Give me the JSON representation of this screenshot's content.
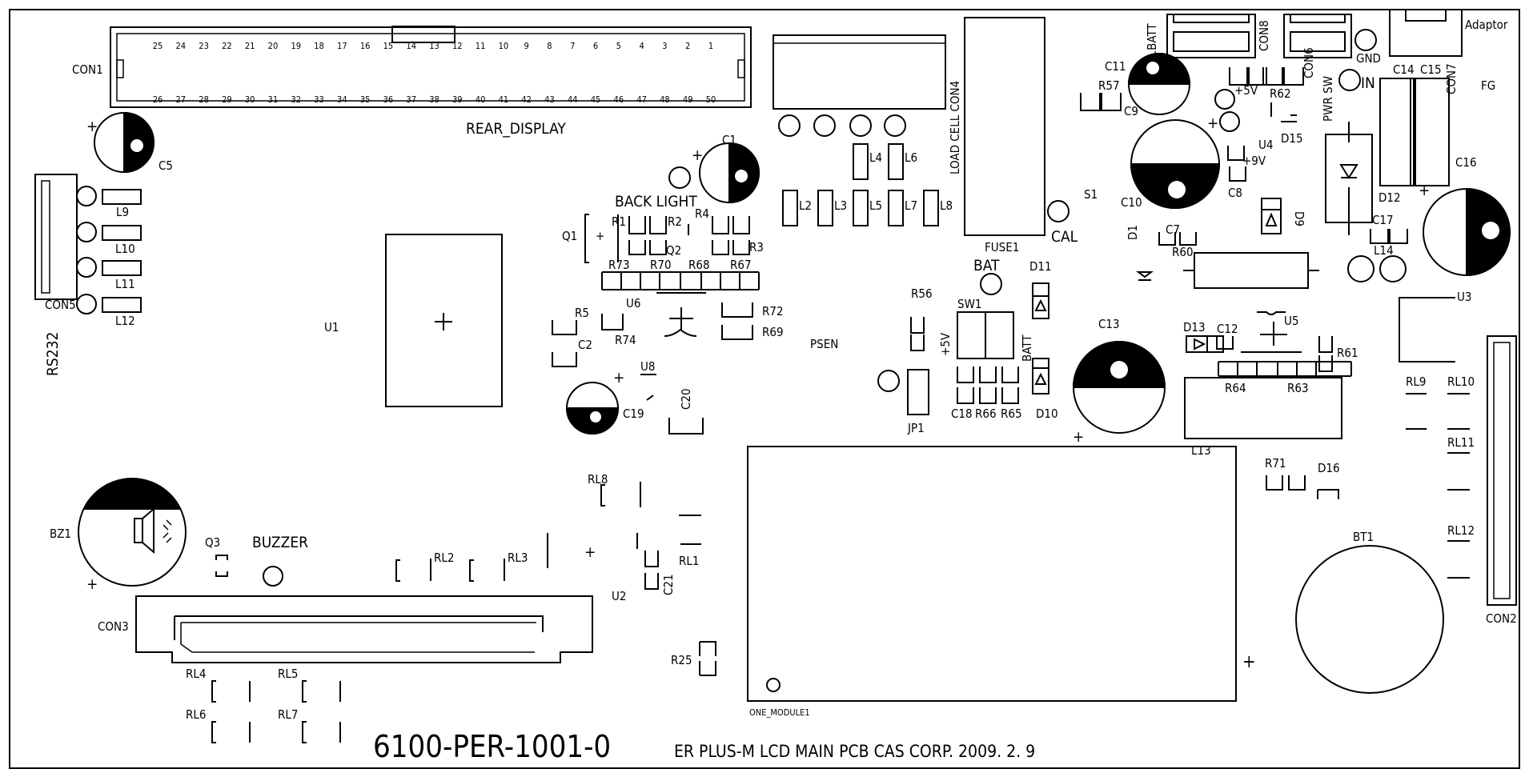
{
  "board": {
    "part_number": "6100-PER-1001-0",
    "footer_note": "ER PLUS-M LCD MAIN PCB CAS CORP.  2009. 2. 9",
    "rear_display": "REAR_DISPLAY",
    "load_cell": "LOAD CELL CON4",
    "fuse": "FUSE1",
    "cal": "CAL",
    "bat": "BAT",
    "backlight": "BACK  LIGHT",
    "psen": "PSEN",
    "buzzer": "BUZZER",
    "rs232": "RS232",
    "adaptor": "Adaptor",
    "fg": "FG",
    "gnd": "GND",
    "in": "IN",
    "pwr_sw": "PWR SW",
    "r_batt": "R.BATT",
    "plus5v": "+5V",
    "plus9v": "+9V",
    "batt": "BATT",
    "one_module": "ONE_MODULE1",
    "con1_pins_top": [
      "25",
      "24",
      "23",
      "22",
      "21",
      "20",
      "19",
      "18",
      "17",
      "16",
      "15",
      "14",
      "13",
      "12",
      "11",
      "10",
      "9",
      "8",
      "7",
      "6",
      "5",
      "4",
      "3",
      "2",
      "1"
    ],
    "con1_pins_bottom": [
      "26",
      "27",
      "28",
      "29",
      "30",
      "31",
      "32",
      "33",
      "34",
      "35",
      "36",
      "37",
      "38",
      "39",
      "40",
      "41",
      "42",
      "43",
      "44",
      "45",
      "46",
      "47",
      "48",
      "49",
      "50"
    ]
  },
  "refdes": {
    "con1": "CON1",
    "con2": "CON2",
    "con3": "CON3",
    "con5": "CON5",
    "con6": "CON6",
    "con7": "CON7",
    "con8": "CON8",
    "c1": "C1",
    "c2": "C2",
    "c5": "C5",
    "c7": "C7",
    "c8": "C8",
    "c9": "C9",
    "c10": "C10",
    "c11": "C11",
    "c12": "C12",
    "c13": "C13",
    "c14": "C14",
    "c15": "C15",
    "c16": "C16",
    "c17": "C17",
    "c18": "C18",
    "c19": "C19",
    "c20": "C20",
    "c21": "C21",
    "d1": "D1",
    "d9": "D9",
    "d10": "D10",
    "d11": "D11",
    "d12": "D12",
    "d13": "D13",
    "d15": "D15",
    "d16": "D16",
    "l2": "L2",
    "l3": "L3",
    "l4": "L4",
    "l5": "L5",
    "l6": "L6",
    "l7": "L7",
    "l8": "L8",
    "l9": "L9",
    "l10": "L10",
    "l11": "L11",
    "l12": "L12",
    "l13": "L13",
    "l14": "L14",
    "r1": "R1",
    "r2": "R2",
    "r3": "R3",
    "r4": "R4",
    "r5": "R5",
    "r25": "R25",
    "r56": "R56",
    "r57": "R57",
    "r60": "R60",
    "r61": "R61",
    "r62": "R62",
    "r63": "R63",
    "r64": "R64",
    "r65": "R65",
    "r66": "R66",
    "r67": "R67",
    "r68": "R68",
    "r69": "R69",
    "r70": "R70",
    "r71": "R71",
    "r72": "R72",
    "r73": "R73",
    "r74": "R74",
    "rl1": "RL1",
    "rl2": "RL2",
    "rl3": "RL3",
    "rl4": "RL4",
    "rl5": "RL5",
    "rl6": "RL6",
    "rl7": "RL7",
    "rl8": "RL8",
    "rl9": "RL9",
    "rl10": "RL10",
    "rl11": "RL11",
    "rl12": "RL12",
    "u1": "U1",
    "u2": "U2",
    "u3": "U3",
    "u4": "U4",
    "u5": "U5",
    "u6": "U6",
    "u8": "U8",
    "q1": "Q1",
    "q2": "Q2",
    "q3": "Q3",
    "bz1": "BZ1",
    "bt1": "BT1",
    "s1": "S1",
    "sw1": "SW1",
    "jp1": "JP1"
  }
}
